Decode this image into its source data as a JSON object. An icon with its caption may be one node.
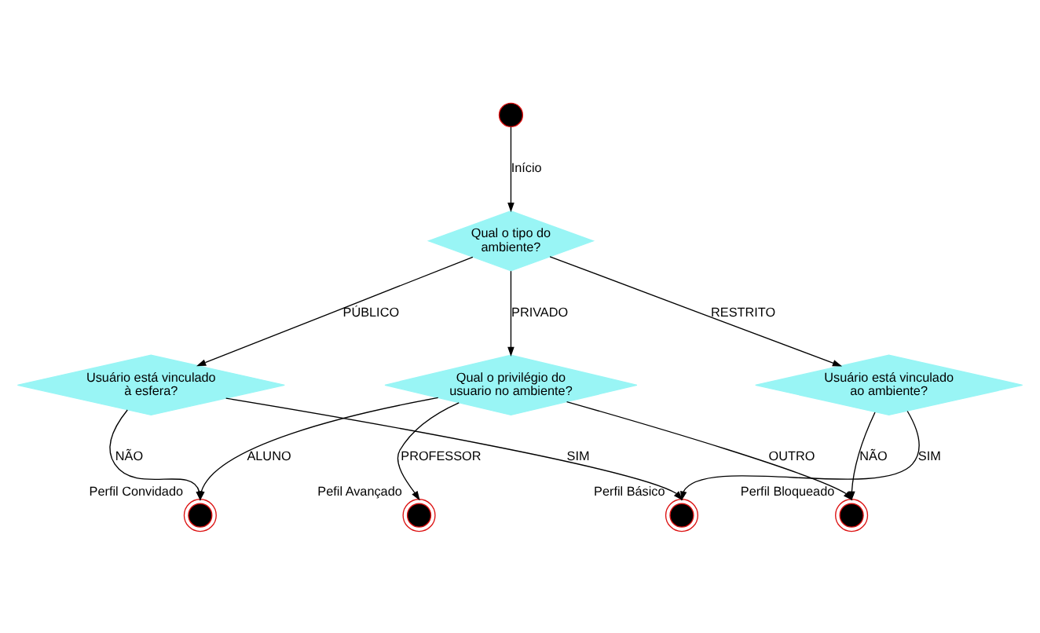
{
  "diagram": {
    "nodes": [
      {
        "text": [],
        "shape": "circle"
      },
      {
        "text": [
          "Qual o tipo do ambiente?"
        ]
      },
      {
        "text": [
          "Usuário está vinculado à esfera?"
        ]
      },
      {
        "text": [
          "Usuário está vinculado ao ambiente?"
        ]
      },
      {
        "text": [
          "Qual o privilégio do usuario no ambiente?"
        ]
      },
      {
        "text": [],
        "shape": "circle",
        "beside": [
          "Perfil Convidado"
        ]
      },
      {
        "text": [],
        "shape": "circle",
        "beside": [
          "Pefil Avançado"
        ]
      },
      {
        "text": [],
        "shape": "circle",
        "beside": [
          "Perfil Bloqueado"
        ]
      },
      {
        "text": [],
        "shape": "circle",
        "beside": [
          "Perfil Básico"
        ]
      }
    ],
    "edges": [
      {
        "from": 0,
        "to": 1,
        "arrow": "to",
        "label": "Início"
      },
      {
        "from": 1,
        "to": 2,
        "arrow": "to",
        "label": "PÚBLICO"
      },
      {
        "from": 1,
        "to": 4,
        "arrow": "to",
        "label": "PRIVADO"
      },
      {
        "from": 1,
        "to": 3,
        "arrow": "to",
        "label": "RESTRITO"
      },
      {
        "from": 2,
        "to": 5,
        "arrow": "to",
        "label": "NÃO"
      },
      {
        "from": 4,
        "to": 5,
        "arrow": "to",
        "label": "ALUNO"
      },
      {
        "from": 4,
        "to": 6,
        "arrow": "to",
        "label": "PROFESSOR"
      },
      {
        "from": 4,
        "to": 7,
        "arrow": "to",
        "label": "OUTRO"
      },
      {
        "from": 3,
        "to": 7,
        "arrow": "to",
        "label": "NÃO"
      },
      {
        "from": 2,
        "to": 8,
        "arrow": "to",
        "label": "SIM"
      },
      {
        "from": 3,
        "to": 8,
        "arrow": "to",
        "label": "SIM"
      }
    ]
  }
}
